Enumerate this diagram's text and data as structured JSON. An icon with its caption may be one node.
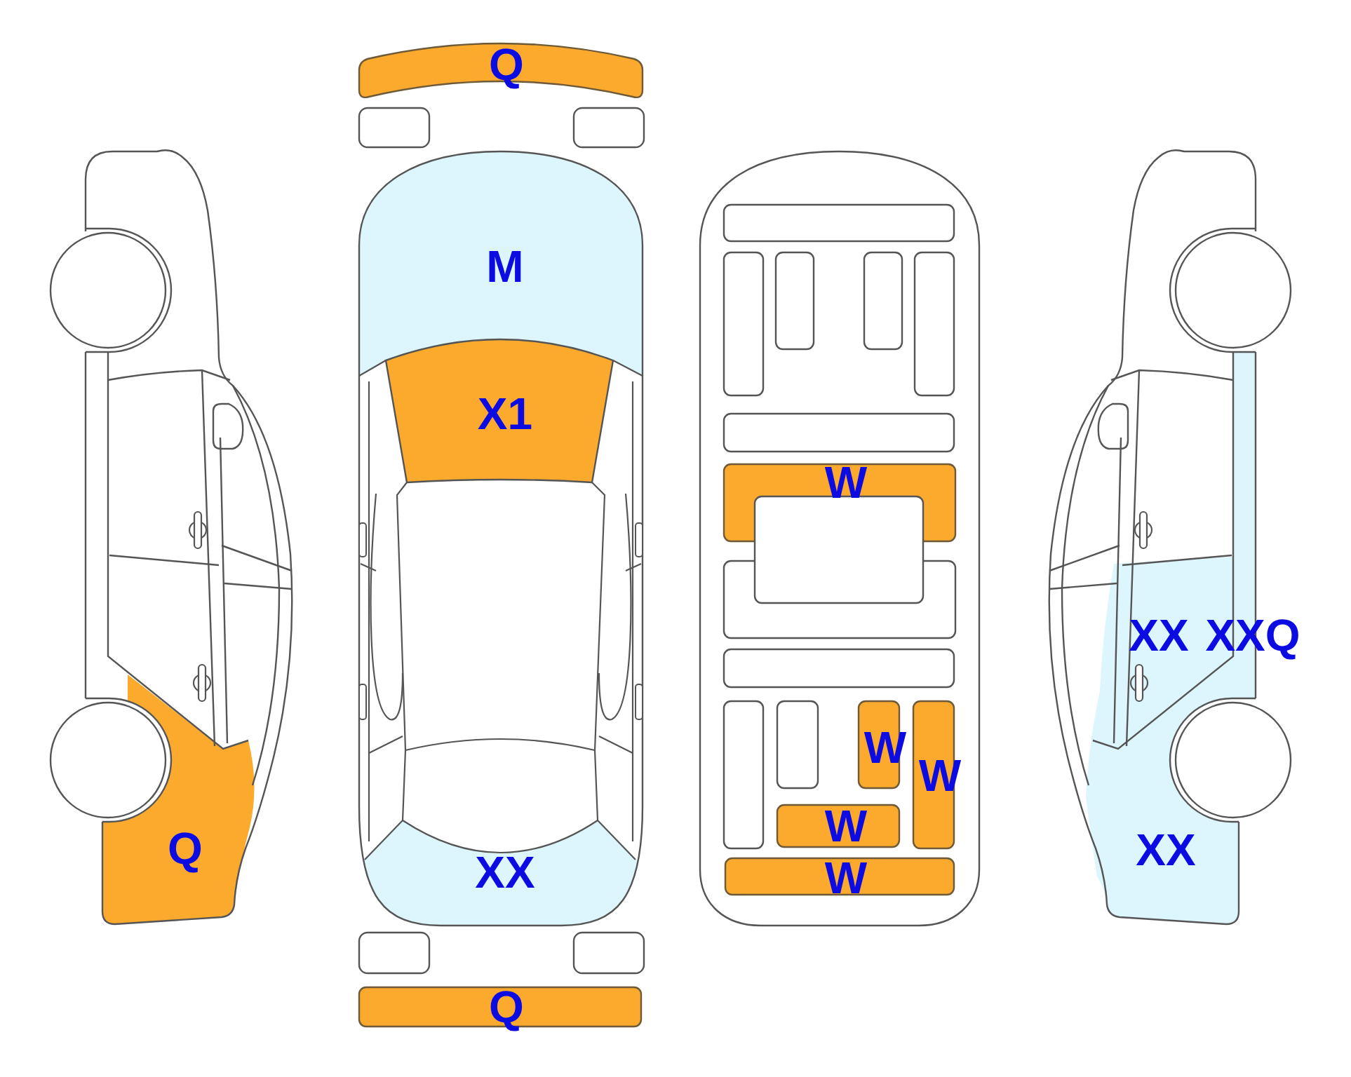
{
  "diagram": {
    "labels": [
      "Q",
      "M",
      "X1",
      "W",
      "XX",
      "XXQ",
      "W",
      "W",
      "W",
      "Q",
      "XX",
      "W",
      "XX",
      "Q"
    ]
  }
}
